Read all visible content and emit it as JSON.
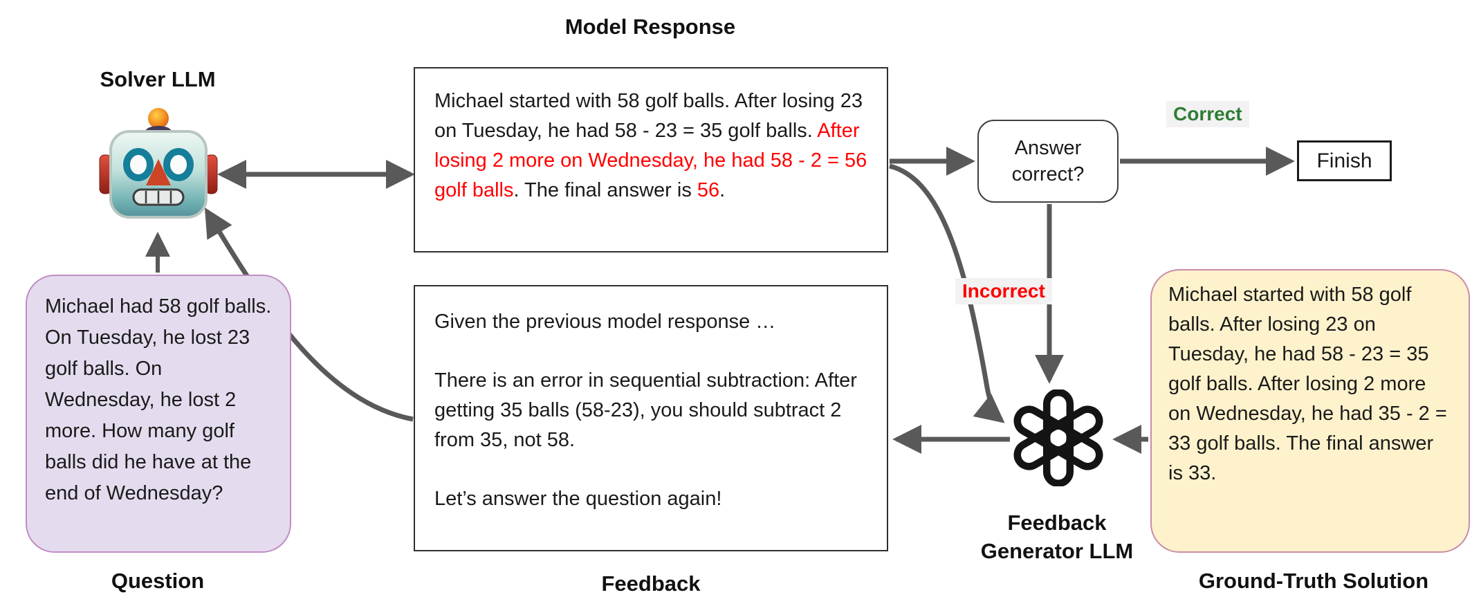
{
  "colors": {
    "red": "#ff0000",
    "correct_green": "#2e7d32",
    "arrow_gray": "#595959",
    "question_fill": "#e4dcee",
    "question_border": "#c08bc5",
    "solution_fill": "#fdf2cc",
    "solution_border": "#c98ca7",
    "label_highlight": "#f2f2f2"
  },
  "nodes": {
    "solver": {
      "title": "Solver LLM",
      "icon": "robot"
    },
    "model_response": {
      "title": "Model Response",
      "segments": [
        {
          "text": "Michael started with 58 golf balls. After losing 23 on Tuesday, he had 58 - 23 = 35 golf balls. ",
          "color": "default"
        },
        {
          "text": "After losing 2 more on Wednesday, he had 58 - 2 = 56 golf balls",
          "color": "red"
        },
        {
          "text": ". The final answer is ",
          "color": "default"
        },
        {
          "text": "56",
          "color": "red"
        },
        {
          "text": ".",
          "color": "default"
        }
      ]
    },
    "question": {
      "label": "Question",
      "text": "Michael had 58 golf balls. On Tuesday, he lost 23 golf balls. On Wednesday, he lost 2 more. How many golf balls did he have at the end of Wednesday?"
    },
    "feedback": {
      "label": "Feedback",
      "paragraphs": [
        "Given the previous model response …",
        "There is an error in sequential subtraction: After getting 35 balls (58-23), you should subtract 2 from 35, not 58.",
        "Let’s answer the question again!"
      ]
    },
    "decision": {
      "text": "Answer correct?"
    },
    "finish": {
      "text": "Finish"
    },
    "feedback_generator": {
      "title_line1": "Feedback",
      "title_line2": "Generator LLM",
      "icon": "openai-logo"
    },
    "solution": {
      "label": "Ground-Truth Solution",
      "text": "Michael started with 58 golf balls. After losing 23 on Tuesday, he had 58 - 23 = 35 golf balls. After losing 2 more on Wednesday, he had 35 - 2 = 33 golf balls. The final answer is 33."
    }
  },
  "edges": {
    "correct_label": "Correct",
    "incorrect_label": "Incorrect"
  }
}
